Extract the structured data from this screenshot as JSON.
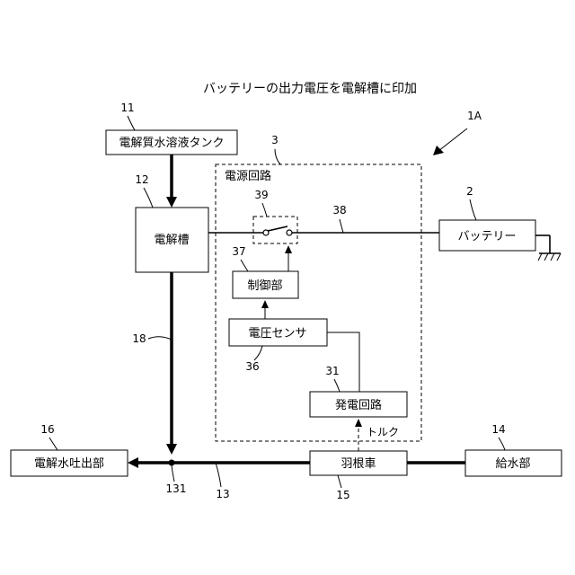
{
  "title": "バッテリーの出力電圧を電解槽に印加",
  "system_label": "1A",
  "power_circuit": {
    "label": "電源回路",
    "ref": "3"
  },
  "boxes": {
    "tank": {
      "label": "電解質水溶液タンク",
      "ref": "11"
    },
    "cell": {
      "label": "電解槽",
      "ref": "12"
    },
    "battery": {
      "label": "バッテリー",
      "ref": "2"
    },
    "controller": {
      "label": "制御部",
      "ref": "37"
    },
    "sensor": {
      "label": "電圧センサ",
      "ref": "36"
    },
    "generator": {
      "label": "発電回路",
      "ref": "31"
    },
    "outlet": {
      "label": "電解水吐出部",
      "ref": "16"
    },
    "impeller": {
      "label": "羽根車",
      "ref": "15"
    },
    "water_supply": {
      "label": "給水部",
      "ref": "14"
    }
  },
  "refs": {
    "switch": "39",
    "wire": "38",
    "pipe_down": "18",
    "junction": "131",
    "pipe_main": "13"
  },
  "torque_label": "トルク"
}
